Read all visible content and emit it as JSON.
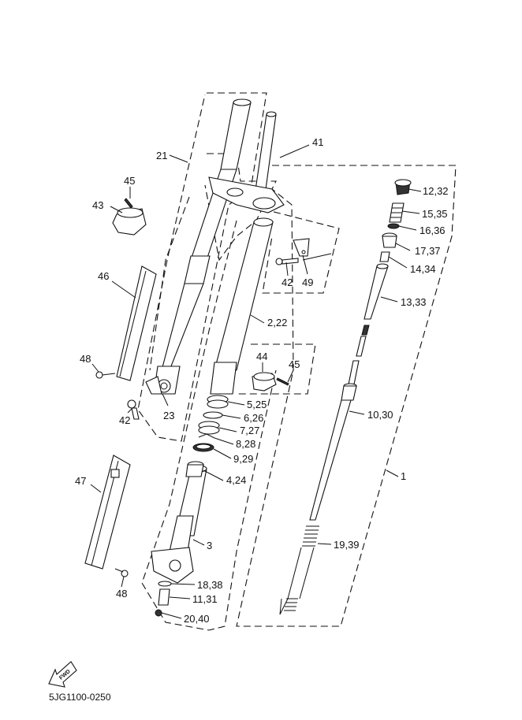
{
  "diagram": {
    "title": "Front Fork exploded parts diagram",
    "diagram_code": "5JG1100-0250",
    "fwd_label": "FWD",
    "parts": [
      {
        "id": "p1",
        "label": "1"
      },
      {
        "id": "p2",
        "label": "2,22"
      },
      {
        "id": "p3",
        "label": "3"
      },
      {
        "id": "p4",
        "label": "4,24"
      },
      {
        "id": "p5",
        "label": "5,25"
      },
      {
        "id": "p6",
        "label": "6,26"
      },
      {
        "id": "p7",
        "label": "7,27"
      },
      {
        "id": "p8",
        "label": "8,28"
      },
      {
        "id": "p9",
        "label": "9,29"
      },
      {
        "id": "p10",
        "label": "10,30"
      },
      {
        "id": "p11",
        "label": "11,31"
      },
      {
        "id": "p12",
        "label": "12,32"
      },
      {
        "id": "p13",
        "label": "13,33"
      },
      {
        "id": "p14",
        "label": "14,34"
      },
      {
        "id": "p15",
        "label": "15,35"
      },
      {
        "id": "p16",
        "label": "16,36"
      },
      {
        "id": "p17",
        "label": "17,37"
      },
      {
        "id": "p18",
        "label": "18,38"
      },
      {
        "id": "p19",
        "label": "19,39"
      },
      {
        "id": "p20",
        "label": "20,40"
      },
      {
        "id": "p21",
        "label": "21"
      },
      {
        "id": "p23",
        "label": "23"
      },
      {
        "id": "p41",
        "label": "41"
      },
      {
        "id": "p42a",
        "label": "42"
      },
      {
        "id": "p42b",
        "label": "42"
      },
      {
        "id": "p43",
        "label": "43"
      },
      {
        "id": "p44",
        "label": "44"
      },
      {
        "id": "p45a",
        "label": "45"
      },
      {
        "id": "p45b",
        "label": "45"
      },
      {
        "id": "p46",
        "label": "46"
      },
      {
        "id": "p47",
        "label": "47"
      },
      {
        "id": "p48a",
        "label": "48"
      },
      {
        "id": "p48b",
        "label": "48"
      },
      {
        "id": "p49",
        "label": "49"
      }
    ]
  }
}
